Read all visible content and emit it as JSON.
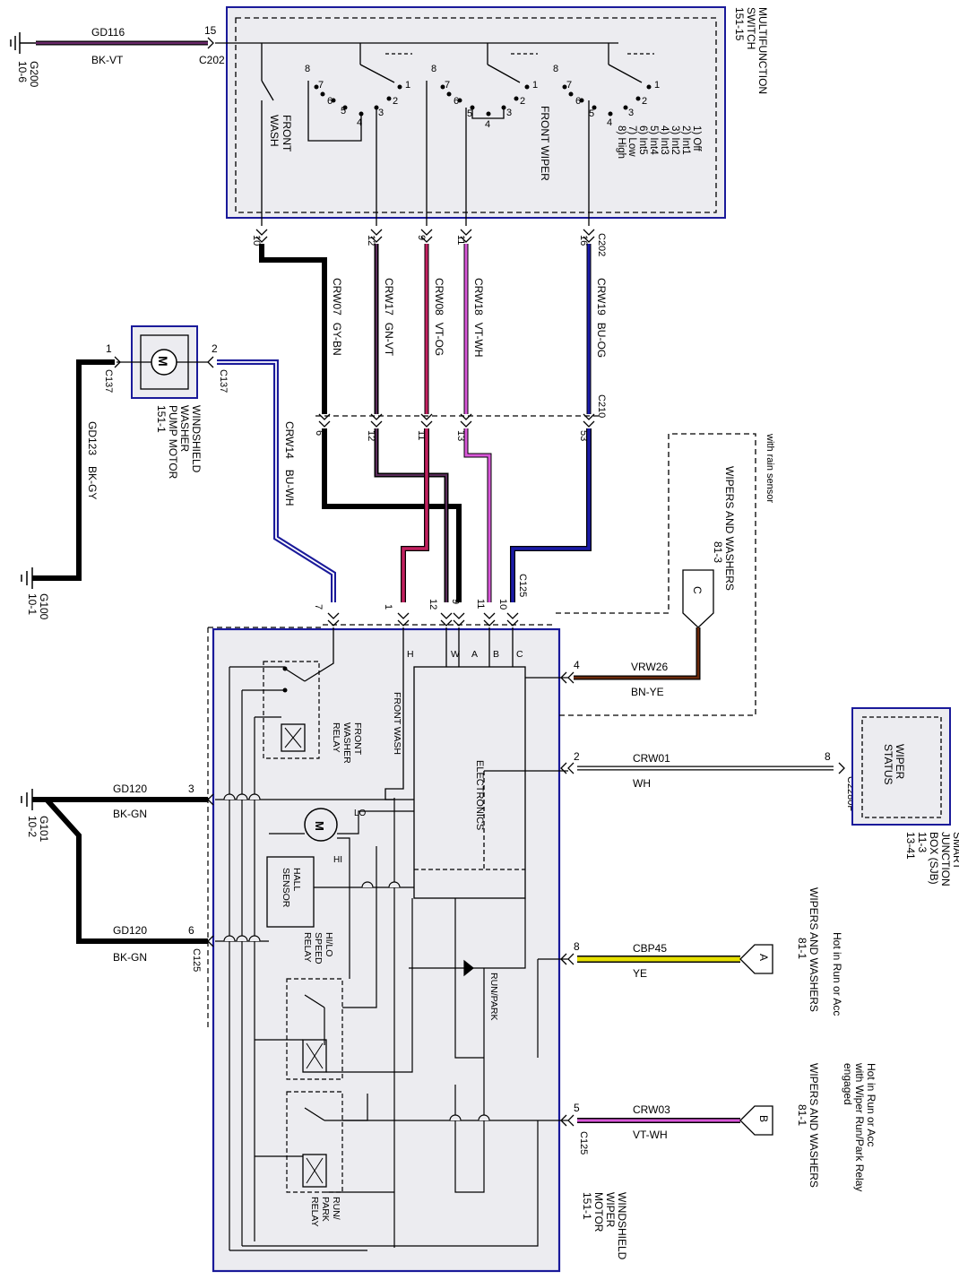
{
  "colors": {
    "bk_vt": "#6b2a6b",
    "bk": "#000000",
    "gn_vt": "#5a2c5a",
    "vt_og": "#c2205f",
    "vt_wh": "#d957d9",
    "bu_og": "#1a1aa8",
    "bu_wh": "#2a3fb8",
    "bn_ye": "#6b2a0c",
    "ye": "#e6e000",
    "box_border": "#1a1a9a",
    "box_fill": "#ececf0"
  },
  "multifunction_switch": {
    "title1": "MULTIFUNCTION",
    "title2": "SWITCH",
    "ref": "151-15",
    "front_wash": [
      "FRONT",
      "WASH"
    ],
    "front_wiper": "FRONT WIPER",
    "legend": [
      "1) Off",
      "2) Int1",
      "3) Int2",
      "4) Int3",
      "5) Int4",
      "6) Int5",
      "7) Low",
      "8) High"
    ],
    "positions": [
      "1",
      "2",
      "3",
      "4",
      "5",
      "6",
      "7",
      "8"
    ]
  },
  "ground_g200": {
    "name": "G200",
    "ref": "10-6"
  },
  "gd116": {
    "circuit": "GD116",
    "color": "BK-VT",
    "pin": "15",
    "connector": "C202"
  },
  "c202_pins": [
    "10",
    "12",
    "9",
    "11",
    "16"
  ],
  "c202_label": "C202",
  "wires_top": [
    {
      "circuit": "CRW07",
      "color": "GY-BN"
    },
    {
      "circuit": "CRW17",
      "color": "GN-VT"
    },
    {
      "circuit": "CRW08",
      "color": "VT-OG"
    },
    {
      "circuit": "CRW18",
      "color": "VT-WH"
    },
    {
      "circuit": "CRW19",
      "color": "BU-OG"
    }
  ],
  "c210_pins": [
    "6",
    "12",
    "11",
    "13",
    "53"
  ],
  "c210_label": "C210",
  "washer_pump": {
    "name": [
      "WINDSHIELD",
      "WASHER",
      "PUMP MOTOR"
    ],
    "ref": "151-1",
    "motor": "M",
    "pin1": "1",
    "pin2": "2",
    "connector": "C137"
  },
  "gd123": {
    "circuit": "GD123",
    "color": "BK-GY"
  },
  "ground_g100": {
    "name": "G100",
    "ref": "10-1"
  },
  "crw14": {
    "circuit": "CRW14",
    "color": "BU-WH"
  },
  "c125_top_pins": [
    "7",
    "1",
    "12",
    "9",
    "11",
    "10"
  ],
  "c125_label": "C125",
  "wiper_motor": {
    "name": [
      "WINDSHIELD",
      "WIPER",
      "MOTOR"
    ],
    "ref": "151-1",
    "letters": [
      "H",
      "W",
      "A",
      "B",
      "C"
    ],
    "front_wash": "FRONT WASH",
    "electronics": "ELECTRONICS",
    "front_washer_relay": [
      "FRONT",
      "WASHER",
      "RELAY"
    ],
    "motor": "M",
    "lo": "LO",
    "hi": "HI",
    "hall_sensor": [
      "HALL",
      "SENSOR"
    ],
    "hilo_relay": [
      "HI/LO",
      "SPEED",
      "RELAY"
    ],
    "run_park": "RUN/PARK",
    "run_park_relay": [
      "RUN/",
      "PARK",
      "RELAY"
    ]
  },
  "rain_sensor": {
    "note": "with rain sensor",
    "dest": "WIPERS AND WASHERS",
    "ref": "81-3",
    "letter": "C"
  },
  "vrw26": {
    "circuit": "VRW26",
    "color": "BN-YE",
    "pin": "4"
  },
  "crw01": {
    "circuit": "CRW01",
    "color": "WH",
    "pin": "2",
    "pin_sjb": "8",
    "connector": "C2280F"
  },
  "sjb": {
    "box": [
      "WIPER",
      "STATUS"
    ],
    "name": [
      "SMART",
      "JUNCTION",
      "BOX (SJB)"
    ],
    "refs": [
      "11-3",
      "13-41"
    ]
  },
  "gd120_top": {
    "circuit": "GD120",
    "color": "BK-GN",
    "pin": "3"
  },
  "gd120_bot": {
    "circuit": "GD120",
    "color": "BK-GN",
    "pin": "6",
    "connector": "C125"
  },
  "ground_g101": {
    "name": "G101",
    "ref": "10-2"
  },
  "cbp45": {
    "circuit": "CBP45",
    "color": "YE",
    "pin": "8",
    "note": "Hot in Run or Acc",
    "dest": "WIPERS AND WASHERS",
    "ref": "81-1",
    "letter": "A"
  },
  "crw03": {
    "circuit": "CRW03",
    "color": "VT-WH",
    "pin": "5",
    "connector": "C125",
    "note": [
      "Hot in Run or Acc",
      "with Wiper Run/Park Relay",
      "engaged"
    ],
    "dest": "WIPERS AND WASHERS",
    "ref": "81-1",
    "letter": "B"
  }
}
